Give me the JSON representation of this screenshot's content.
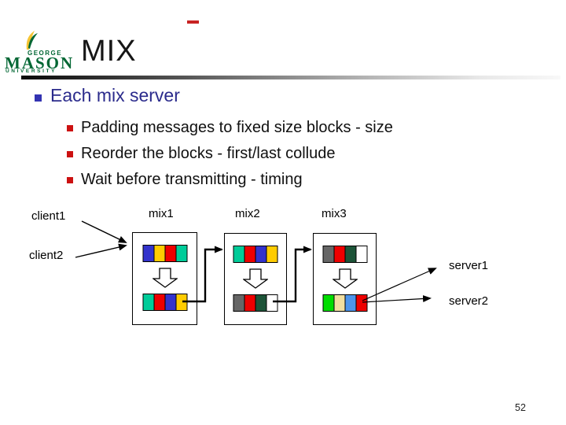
{
  "colors": {
    "brand_green": "#006633",
    "brand_gold": "#f5c433",
    "heading_blue": "#2b2b8c",
    "bullet_blue": "#3333b2",
    "bullet_red": "#cc1111",
    "accent_red": "#c82323"
  },
  "logo": {
    "line1": "GEORGE",
    "line2": "MASON",
    "line3": "UNIVERSITY"
  },
  "header": {
    "title": "MIX"
  },
  "content": {
    "heading": "Each mix server",
    "bullets": [
      "Padding messages to fixed size blocks - size",
      "Reorder the blocks - first/last collude",
      "Wait before transmitting - timing"
    ]
  },
  "diagram": {
    "labels": {
      "client1": "client1",
      "client2": "client2",
      "server1": "server1",
      "server2": "server2"
    },
    "mixes": [
      {
        "label": "mix1",
        "top_row": [
          "#3333cc",
          "#ffcc00",
          "#ee0000",
          "#00cc99"
        ],
        "bottom_row": [
          "#00cc99",
          "#ee0000",
          "#3333cc",
          "#ffcc00"
        ]
      },
      {
        "label": "mix2",
        "top_row": [
          "#00cc99",
          "#ee0000",
          "#3333cc",
          "#ffcc00"
        ],
        "bottom_row": [
          "#666666",
          "#ee0000",
          "#1d5438",
          "#ffffff"
        ]
      },
      {
        "label": "mix3",
        "top_row": [
          "#666666",
          "#ee0000",
          "#1d5438",
          "#ffffff"
        ],
        "bottom_row": [
          "#00dd00",
          "#f2dfa0",
          "#4d94eb",
          "#ee0000"
        ]
      }
    ]
  },
  "footer": {
    "page_number": "52"
  }
}
